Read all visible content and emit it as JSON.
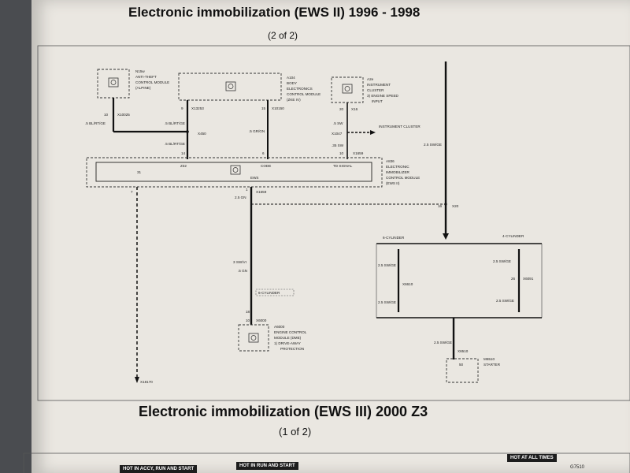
{
  "header": {
    "title": "Electronic immobilization (EWS II) 1996 - 1998",
    "subtitle": "(2 of 2)"
  },
  "components": {
    "n15w": {
      "id": "N15w",
      "l1": "ANTI-THEFT",
      "l2": "CONTROL MODULE",
      "l3": "(ALPINE)"
    },
    "a104": {
      "id": "A104",
      "l1": "BODY",
      "l2": "ELECTRONICS",
      "l3": "CONTROL MODULE",
      "l4": "(ZKE IV)"
    },
    "a2e": {
      "id": "A2e",
      "l1": "INSTRUMENT",
      "l2": "CLUSTER",
      "l3": "3)  ENGINE SPEED",
      "l4": "INPUT"
    },
    "a836": {
      "id": "A836",
      "l1": "ELECTRONIC",
      "l2": "IMMOBILIZER",
      "l3": "CONTROL MODULE",
      "l4": "(EWS II)",
      "inner": "EWS"
    },
    "a6000": {
      "id": "A6000",
      "l1": "ENGINE CONTROL",
      "l2": "MODULE (DME)",
      "l3": "1)  DRIVE-AWAY",
      "l4": "PROTECTION"
    },
    "m6510": {
      "id": "M6510",
      "l1": "STARTER"
    }
  },
  "wires": {
    "w_n15w_pin": "10",
    "w_n15w_conn": "X10025",
    "w_n15w_color": ".5 BL/RT/GE",
    "w_a104_pin": "9",
    "w_a104_conn": "X13253",
    "w_a104_color": ".5 BL/RT/GE",
    "w_x450": "X450",
    "w_x450_color": ".5 BL/RT/GE",
    "w_pin14": "14",
    "w_a104_pin2": "15",
    "w_a104_conn2": "X10150",
    "w_gn_color": ".5 GR/GN",
    "w_pin6": "6",
    "w_a2e_pin": "20",
    "w_a2e_conn": "X16",
    "w_sw1": ".5 SW",
    "w_x1047": "X1047",
    "instrument_cluster": "INSTRUMENT CLUSTER",
    "w_sw2": ".35 SW",
    "w_pin10": "10",
    "w_x1659a": "X1659",
    "p_z32": "Z32",
    "p_code": "CODE",
    "p_td": "TD SIGNAL",
    "w_pin31": "31",
    "w_pin7": "7",
    "w_pin1": "1",
    "w_x1659b": "X1659",
    "w_gn25": "2.5 GN",
    "w_swvi": "3 SW/VI",
    "w_gn5": ".5 GN",
    "six_cyl_a": "6-CYLINDER",
    "w_pin18": "18",
    "w_pin10b": "10",
    "w_x6000": "X6000",
    "w_x18170": "X18170",
    "w_swge_main": "2.5 SW/GE",
    "w_pin16": "16",
    "w_x20": "X20",
    "six_cyl_b": "6-CYLINDER",
    "four_cyl": "4-CYLINDER",
    "w_swge_l1": "2.5 SW/GE",
    "w_x6610": "X6610",
    "w_swge_l2": "2.5 SW/GE",
    "w_swge_r1": "2.5 SW/GE",
    "w_pin26": "26",
    "w_x6091": "X6091",
    "w_swge_r2": "2.5 SW/GE",
    "w_swge_bot": "2.5 SW/GE",
    "w_x6510": "X6510",
    "w_pin50": "50"
  },
  "footer": {
    "title": "Electronic immobilization (EWS III) 2000 Z3",
    "subtitle": "(1 of 2)",
    "hot1": "HOT IN ACCY, RUN AND START",
    "hot2": "HOT IN RUN AND START",
    "hot3": "HOT AT ALL TIMES",
    "g7510": "G7510"
  }
}
